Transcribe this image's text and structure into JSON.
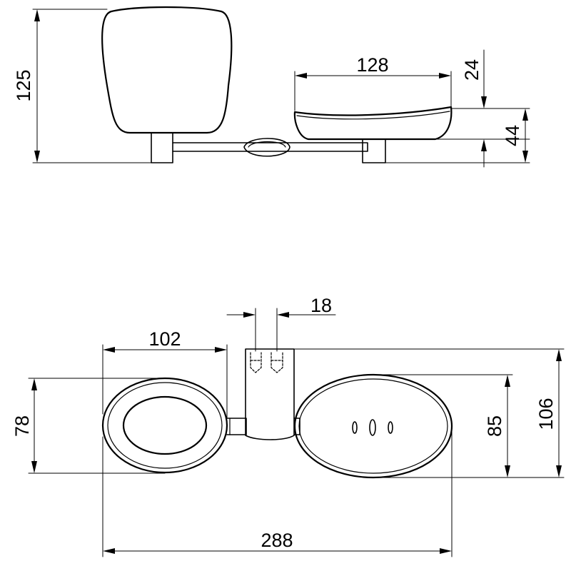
{
  "dimensions": {
    "side_view": {
      "cup_height": "125",
      "dish_width": "128",
      "dish_rim": "24",
      "dish_height": "44"
    },
    "top_view": {
      "cup_ring_width": "102",
      "mount_width": "18",
      "cup_ring_depth": "78",
      "dish_ring_depth": "85",
      "overall_depth": "106",
      "overall_length": "288"
    }
  }
}
